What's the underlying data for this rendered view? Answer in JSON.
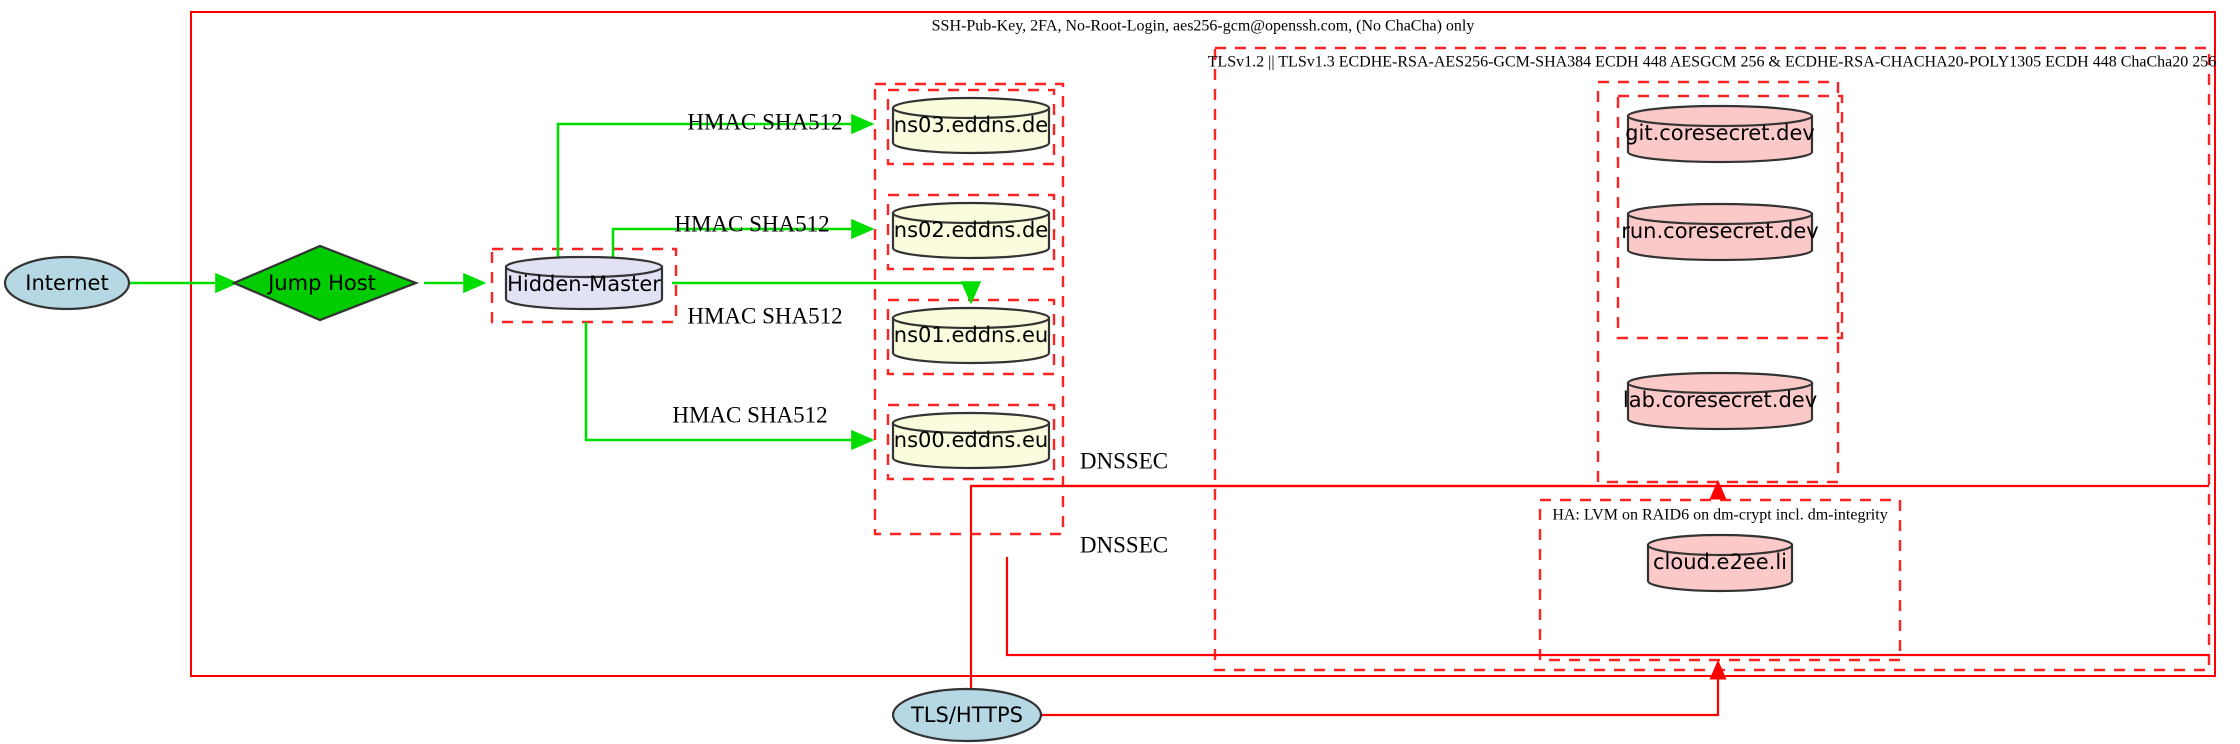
{
  "diagram": {
    "title_note": "SSH-Pub-Key, 2FA, No-Root-Login, aes256-gcm@openssh.com, (No ChaCha) only",
    "clusters": {
      "outer_ssh": {
        "label": "SSH-Pub-Key, 2FA, No-Root-Login, aes256-gcm@openssh.com, (No ChaCha) only",
        "style": "solid-red"
      },
      "tls": {
        "label": "TLSv1.2 || TLSv1.3 ECDHE-RSA-AES256-GCM-SHA384 ECDH 448 AESGCM 256 & ECDHE-RSA-CHACHA20-POLY1305 ECDH 448 ChaCha20 256",
        "style": "dashed-red"
      },
      "ha": {
        "label": "HA: LVM on RAID6 on dm-crypt incl. dm-integrity",
        "style": "dashed-red"
      },
      "dns_zone": {
        "label": "",
        "style": "dashed-red"
      },
      "hidden_master_zone": {
        "label": "",
        "style": "dashed-red"
      },
      "coresecret_zone": {
        "label": "",
        "style": "dashed-red"
      },
      "coresecret_inner_zone": {
        "label": "",
        "style": "dashed-red"
      }
    },
    "nodes": {
      "internet": {
        "label": "Internet",
        "shape": "ellipse",
        "fill": "#b5d8e4"
      },
      "jump_host": {
        "label": "Jump Host",
        "shape": "diamond",
        "fill": "#00cc00"
      },
      "hidden_master": {
        "label": "Hidden-Master",
        "shape": "cylinder",
        "fill": "#e2e2f5"
      },
      "ns03": {
        "label": "ns03.eddns.de",
        "shape": "cylinder",
        "fill": "#fbfbdd"
      },
      "ns02": {
        "label": "ns02.eddns.de",
        "shape": "cylinder",
        "fill": "#fbfbdd"
      },
      "ns01": {
        "label": "ns01.eddns.eu",
        "shape": "cylinder",
        "fill": "#fbfbdd"
      },
      "ns00": {
        "label": "ns00.eddns.eu",
        "shape": "cylinder",
        "fill": "#fbfbdd"
      },
      "git": {
        "label": "git.coresecret.dev",
        "shape": "cylinder",
        "fill": "#fcc9c9"
      },
      "run": {
        "label": "run.coresecret.dev",
        "shape": "cylinder",
        "fill": "#fcc9c9"
      },
      "lab": {
        "label": "lab.coresecret.dev",
        "shape": "cylinder",
        "fill": "#fcc9c9"
      },
      "cloud": {
        "label": "cloud.e2ee.li",
        "shape": "cylinder",
        "fill": "#fcc9c9"
      },
      "tls_https": {
        "label": "TLS/HTTPS",
        "shape": "ellipse",
        "fill": "#b5d8e4"
      }
    },
    "edges": [
      {
        "from": "internet",
        "to": "jump_host",
        "label": "",
        "color": "#00dd00"
      },
      {
        "from": "jump_host",
        "to": "hidden_master",
        "label": "",
        "color": "#00dd00"
      },
      {
        "from": "hidden_master",
        "to": "ns03",
        "label": "HMAC SHA512",
        "color": "#00dd00"
      },
      {
        "from": "hidden_master",
        "to": "ns02",
        "label": "HMAC SHA512",
        "color": "#00dd00"
      },
      {
        "from": "hidden_master",
        "to": "ns01",
        "label": "HMAC SHA512",
        "color": "#00dd00"
      },
      {
        "from": "hidden_master",
        "to": "ns00",
        "label": "HMAC SHA512",
        "color": "#00dd00"
      },
      {
        "from": "tls_https",
        "to": "coresecret_zone",
        "label": "DNSSEC",
        "color": "#ff0000"
      },
      {
        "from": "tls_https",
        "to": "ha_zone",
        "label": "DNSSEC",
        "color": "#ff0000"
      }
    ],
    "edge_labels": {
      "hmac": "HMAC SHA512",
      "dnssec": "DNSSEC"
    },
    "colors": {
      "green_edge": "#00dd00",
      "red_edge": "#ff0000",
      "dashed_border": "#ff2222",
      "blue_node": "#b5d8e4",
      "green_node": "#00cc00",
      "lavender_node": "#e2e2f5",
      "yellow_node": "#fbfbdd",
      "pink_node": "#fcc9c9"
    }
  }
}
